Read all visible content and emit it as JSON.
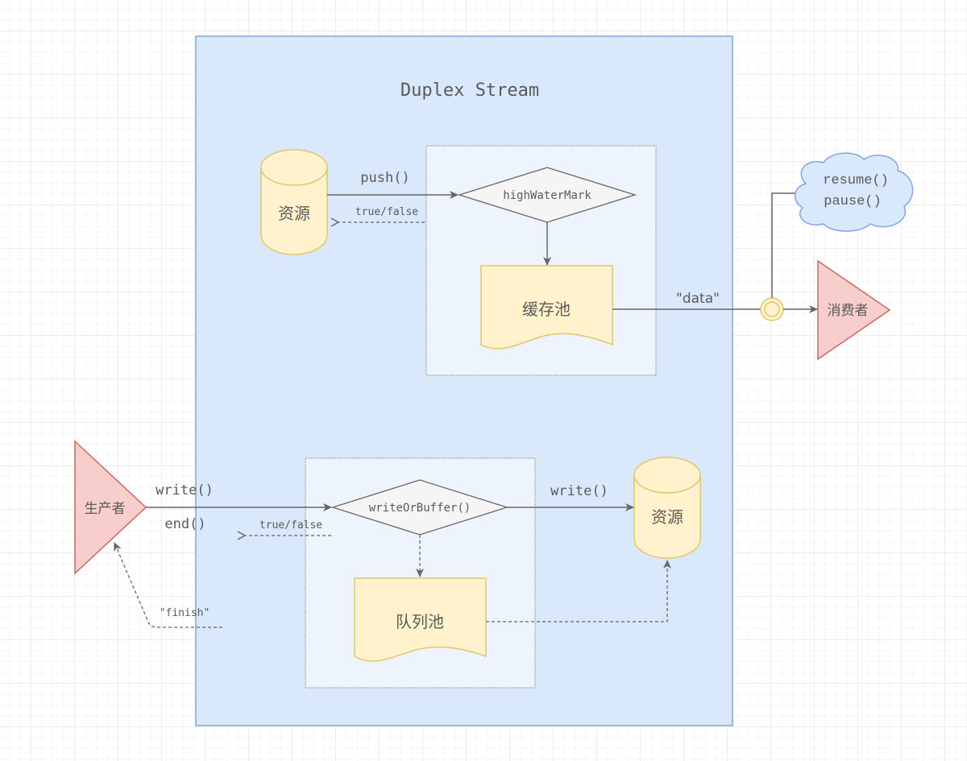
{
  "title": "Duplex Stream",
  "colors": {
    "container_fill": "#dae8fc",
    "container_stroke": "#9fb7d9",
    "inner_fill": "#edf4fd",
    "inner_stroke": "#9a9a9a",
    "resource_fill": "#fff2cc",
    "resource_stroke": "#e3c66b",
    "actor_fill": "#f8cecc",
    "actor_stroke": "#c86864",
    "decision_fill": "#f5f5f5",
    "decision_stroke": "#666666",
    "cloud_fill": "#dae8fc",
    "cloud_stroke": "#7ea6e0",
    "edge": "#666666"
  },
  "readable": {
    "source": {
      "label": "资源",
      "icon": "database-icon"
    },
    "push_label": "push()",
    "return_label": "true/false",
    "decision": "highWaterMark",
    "buffer": {
      "label": "缓存池",
      "icon": "document-icon"
    },
    "data_event_label": "\"data\"",
    "cloud": {
      "line1": "resume()",
      "line2": "pause()",
      "icon": "cloud-icon"
    },
    "consumer": {
      "label": "消费者",
      "icon": "triangle-icon"
    }
  },
  "writable": {
    "producer": {
      "label": "生产者",
      "icon": "triangle-icon"
    },
    "write_label": "write()",
    "end_label": "end()",
    "return_label": "true/false",
    "decision": "writeOrBuffer()",
    "queue": {
      "label": "队列池",
      "icon": "document-icon"
    },
    "target_write_label": "write()",
    "target": {
      "label": "资源",
      "icon": "database-icon"
    },
    "finish_label": "\"finish\""
  }
}
